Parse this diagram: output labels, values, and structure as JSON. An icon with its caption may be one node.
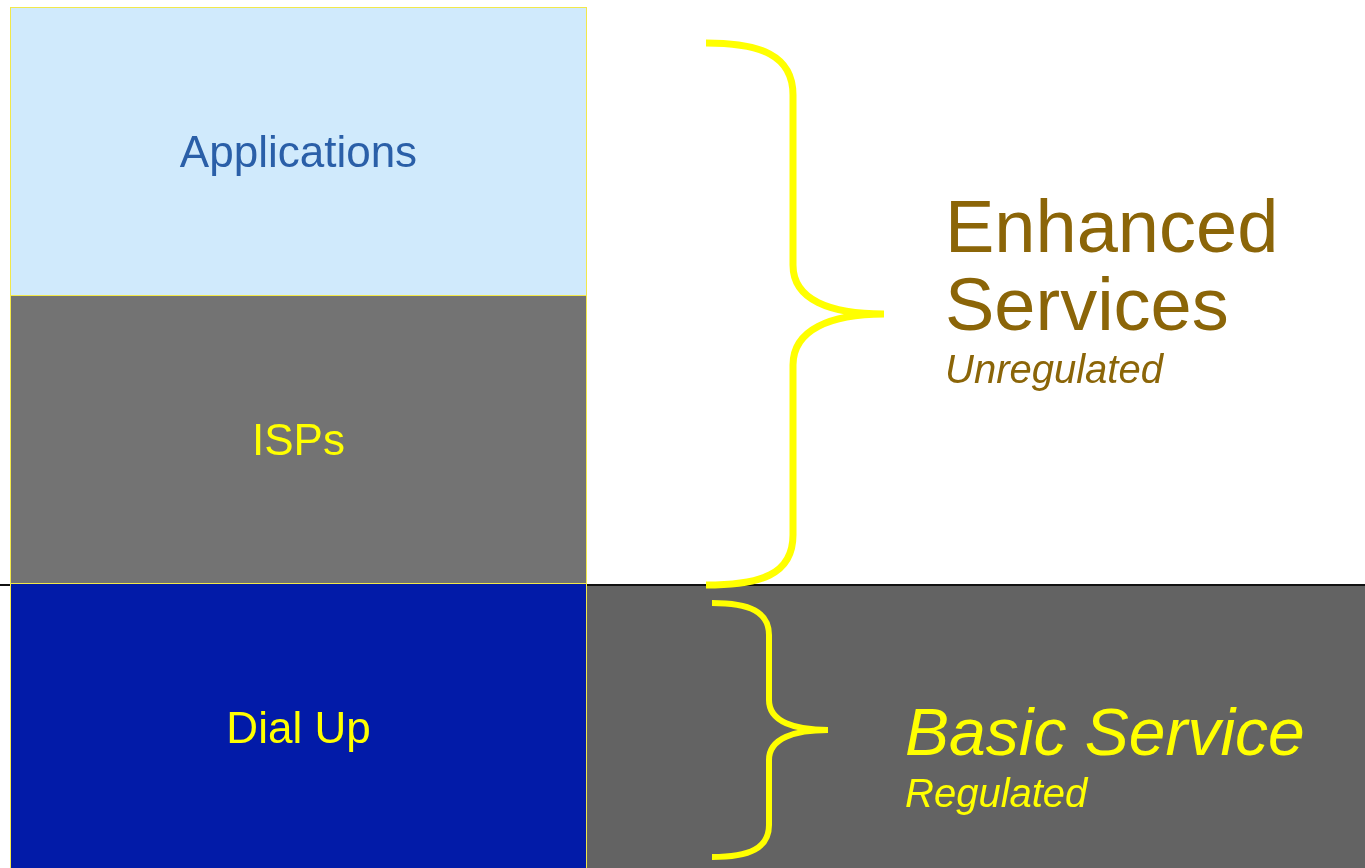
{
  "diagram": {
    "nodes": [
      {
        "text": [
          "Applications"
        ]
      },
      {
        "text": [
          "ISPs"
        ]
      },
      {
        "text": [
          "Dial Up"
        ]
      },
      {
        "text": [
          "Basic Service",
          "Regulated"
        ]
      }
    ],
    "labels": [
      "Enhanced Services",
      "Unregulated"
    ]
  }
}
